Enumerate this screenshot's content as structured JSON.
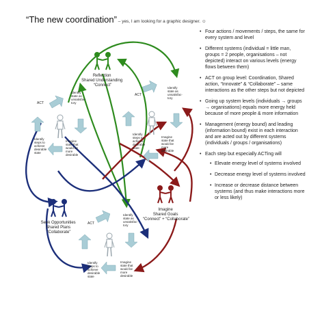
{
  "title": {
    "main": "“The new coordination”",
    "sub": " – yes, I am looking for a graphic designer. ☺"
  },
  "diagram": {
    "top_cycle": {
      "act": "ACT",
      "identify_state": [
        "Identify",
        "state as",
        "unsatisfac-",
        "tory"
      ],
      "imagine_state": [
        "Imagine",
        "state that",
        "would be",
        "more",
        "desirable"
      ],
      "identify_steps": [
        "Identify",
        "steps to",
        "achieve",
        "desirable",
        "state"
      ]
    },
    "middle_cycle": {
      "act": "ACT",
      "identify_state": [
        "Identify",
        "state as",
        "unsatisfac-",
        "tory"
      ],
      "imagine_state": [
        "Imagine",
        "state that",
        "would be",
        "more",
        "desirable"
      ],
      "identify_steps": [
        "Identify",
        "steps to",
        "achieve",
        "desirable",
        "state"
      ]
    },
    "bottom_cycle": {
      "act": "ACT",
      "identify_state": [
        "Identify",
        "state as",
        "unsatisfac-",
        "tory"
      ],
      "imagine_state": [
        "Imagine",
        "state that",
        "would be",
        "more",
        "desirable"
      ],
      "identify_steps": [
        "Identify",
        "steps to",
        "achieve",
        "desirable",
        "state"
      ]
    },
    "reflection": [
      "Reflection",
      "Shared Understanding",
      "“Connect”"
    ],
    "seek": [
      "Seek Opportunities",
      "Shared Plans",
      "“Collaborate”"
    ],
    "imagine_goals": [
      "Imagine",
      "Shared Goals",
      "“Connect” + “Collaborate”"
    ],
    "colors": {
      "green": "#2e8b1e",
      "navy": "#1c2f7a",
      "darkred": "#8b1a1a",
      "cycle_arrow": "#a9cdd6"
    }
  },
  "bullets": {
    "items": [
      "Four actions / movements / steps, the same for every system and level",
      "Different systems (individual = little man, groups = 2 people, organisations – not depicted) interact on various levels (energy flows between them)",
      "ACT on group level: Coordination, Shared action, “Innovate” & “Collaborate” – same interactions as the other steps but not depicted",
      "Going up system levels (individuals → groups → organisations) equals more energy held because of more people & more information",
      "Management (energy bound) and leading (information bound) exist in each interaction and are acted out by different systems (individuals / groups / organisations)",
      "Each step but especially ACTing will"
    ],
    "sub_items": [
      "Elevate energy level of systems involved",
      "Decrease energy level of systems involved",
      "Increase or decrease distance between systems (and thus make interactions more or less likely)"
    ]
  }
}
